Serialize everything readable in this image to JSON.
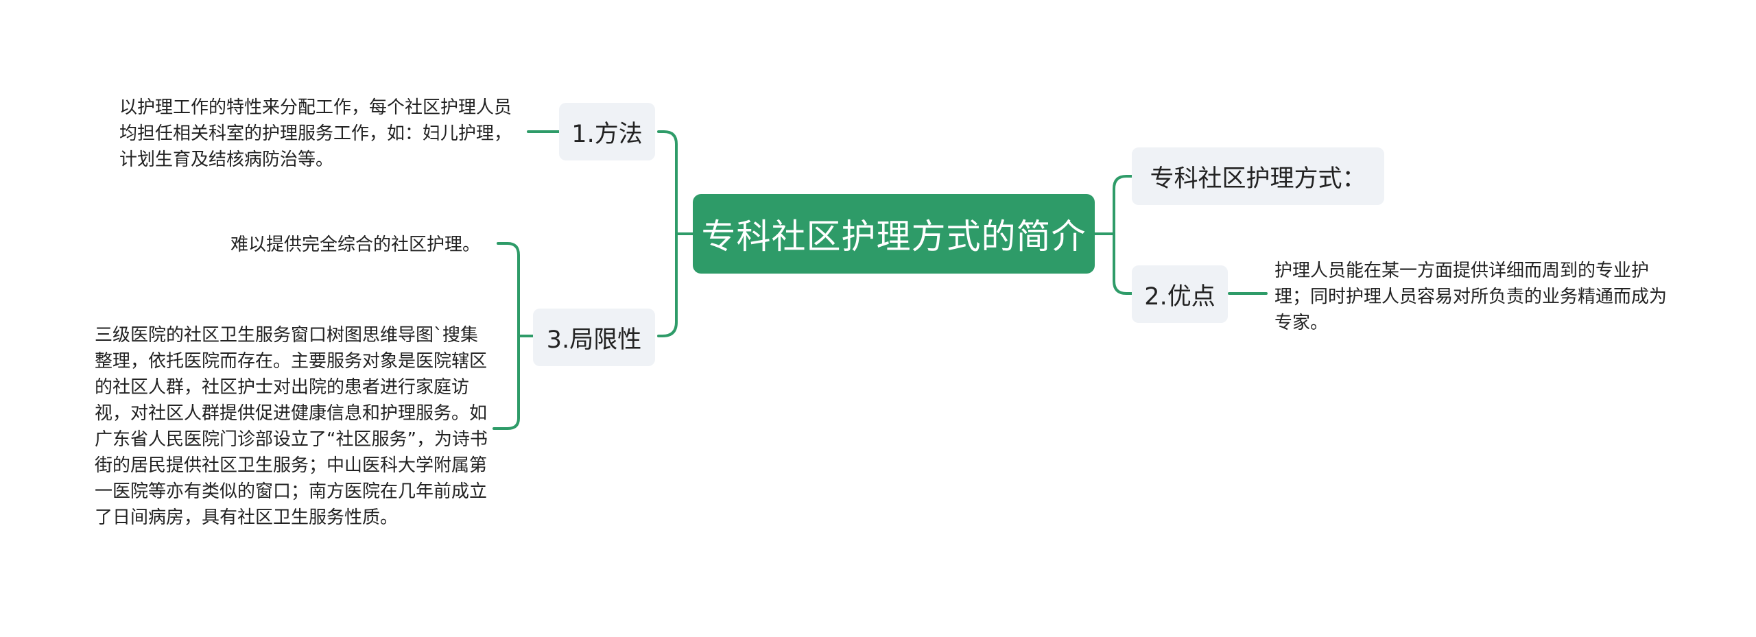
{
  "root": {
    "title": "专科社区护理方式的简介"
  },
  "branches": {
    "method": {
      "label": "1.方法",
      "detail": "以护理工作的特性来分配工作，每个社区护理人员均担任相关科室的护理服务工作，如：妇儿护理，计划生育及结核病防治等。"
    },
    "limitation": {
      "label": "3.局限性",
      "detail_top": "难以提供完全综合的社区护理。",
      "detail_bottom": "三级医院的社区卫生服务窗口树图思维导图`搜集整理，依托医院而存在。主要服务对象是医院辖区的社区人群，社区护士对出院的患者进行家庭访视，对社区人群提供促进健康信息和护理服务。如广东省人民医院门诊部设立了“社区服务”，为诗书街的居民提供社区卫生服务；中山医科大学附属第一医院等亦有类似的窗口；南方医院在几年前成立了日间病房，具有社区卫生服务性质。"
    },
    "intro": {
      "label": "专科社区护理方式："
    },
    "advantage": {
      "label": "2.优点",
      "detail": "护理人员能在某一方面提供详细而周到的专业护理；同时护理人员容易对所负责的业务精通而成为专家。"
    }
  },
  "colors": {
    "accent": "#2e9b68",
    "node_bg": "#eff2f6"
  }
}
